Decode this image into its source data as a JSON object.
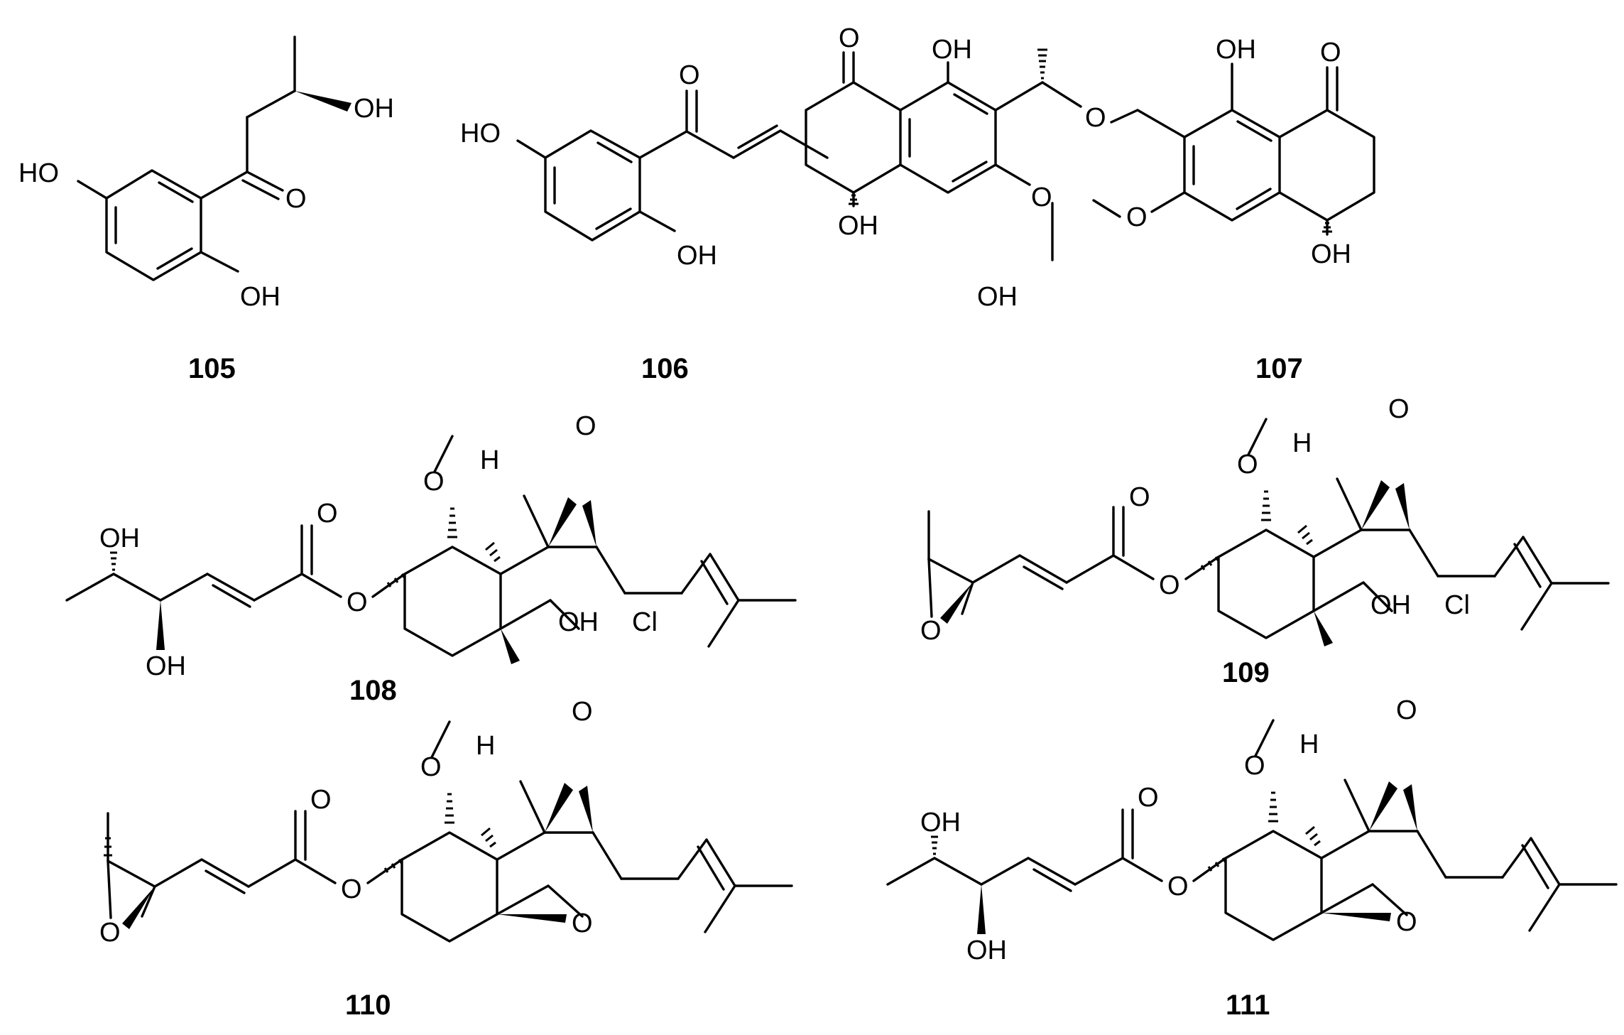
{
  "figure": {
    "atom_labels": {
      "oh": "OH",
      "ho": "HO",
      "o": "O",
      "h": "H",
      "cl": "Cl"
    },
    "compounds": [
      {
        "id": "105"
      },
      {
        "id": "106"
      },
      {
        "id": "107"
      },
      {
        "id": "108"
      },
      {
        "id": "109"
      },
      {
        "id": "110"
      },
      {
        "id": "111"
      }
    ]
  }
}
